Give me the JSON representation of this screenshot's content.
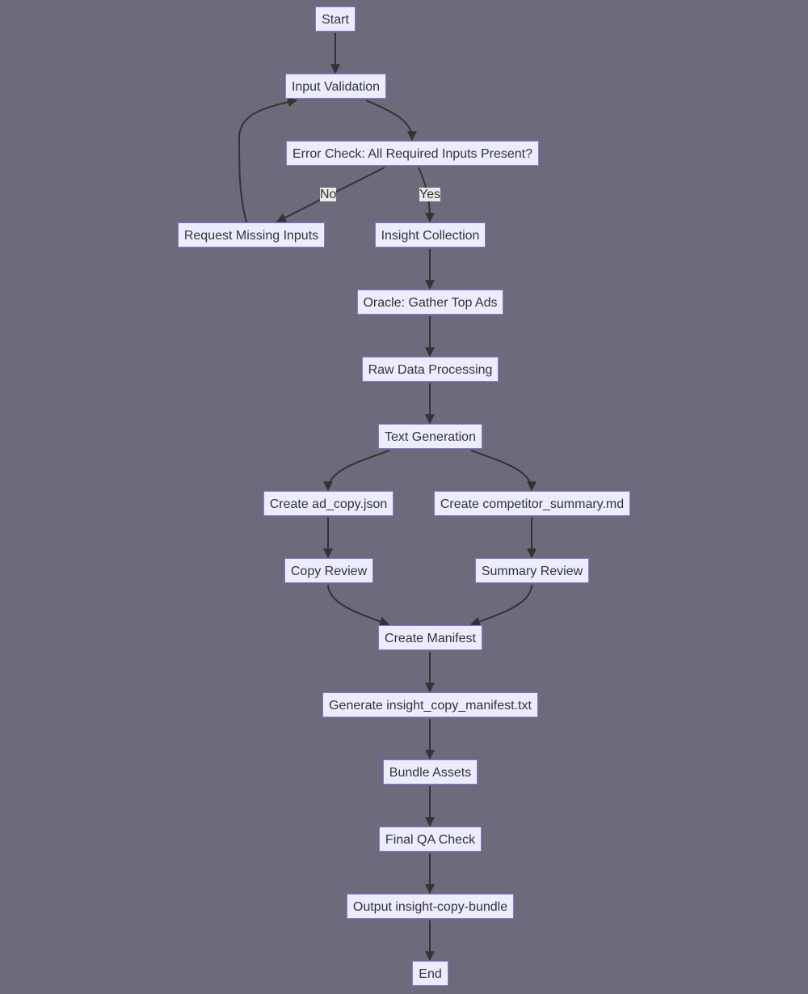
{
  "nodes": {
    "start": "Start",
    "input_validation": "Input Validation",
    "error_check": "Error Check: All Required Inputs Present?",
    "request_missing": "Request Missing Inputs",
    "insight_collection": "Insight Collection",
    "oracle": "Oracle: Gather Top Ads",
    "raw_data": "Raw Data Processing",
    "text_generation": "Text Generation",
    "create_ad_copy": "Create ad_copy.json",
    "create_competitor": "Create competitor_summary.md",
    "copy_review": "Copy Review",
    "summary_review": "Summary Review",
    "create_manifest": "Create Manifest",
    "generate_manifest": "Generate insight_copy_manifest.txt",
    "bundle_assets": "Bundle Assets",
    "final_qa": "Final QA Check",
    "output_bundle": "Output insight-copy-bundle",
    "end": "End"
  },
  "edge_labels": {
    "no": "No",
    "yes": "Yes"
  },
  "colors": {
    "background": "#6b6b7b",
    "node_fill": "#ececff",
    "node_border": "#9370db",
    "edge": "#333333"
  }
}
